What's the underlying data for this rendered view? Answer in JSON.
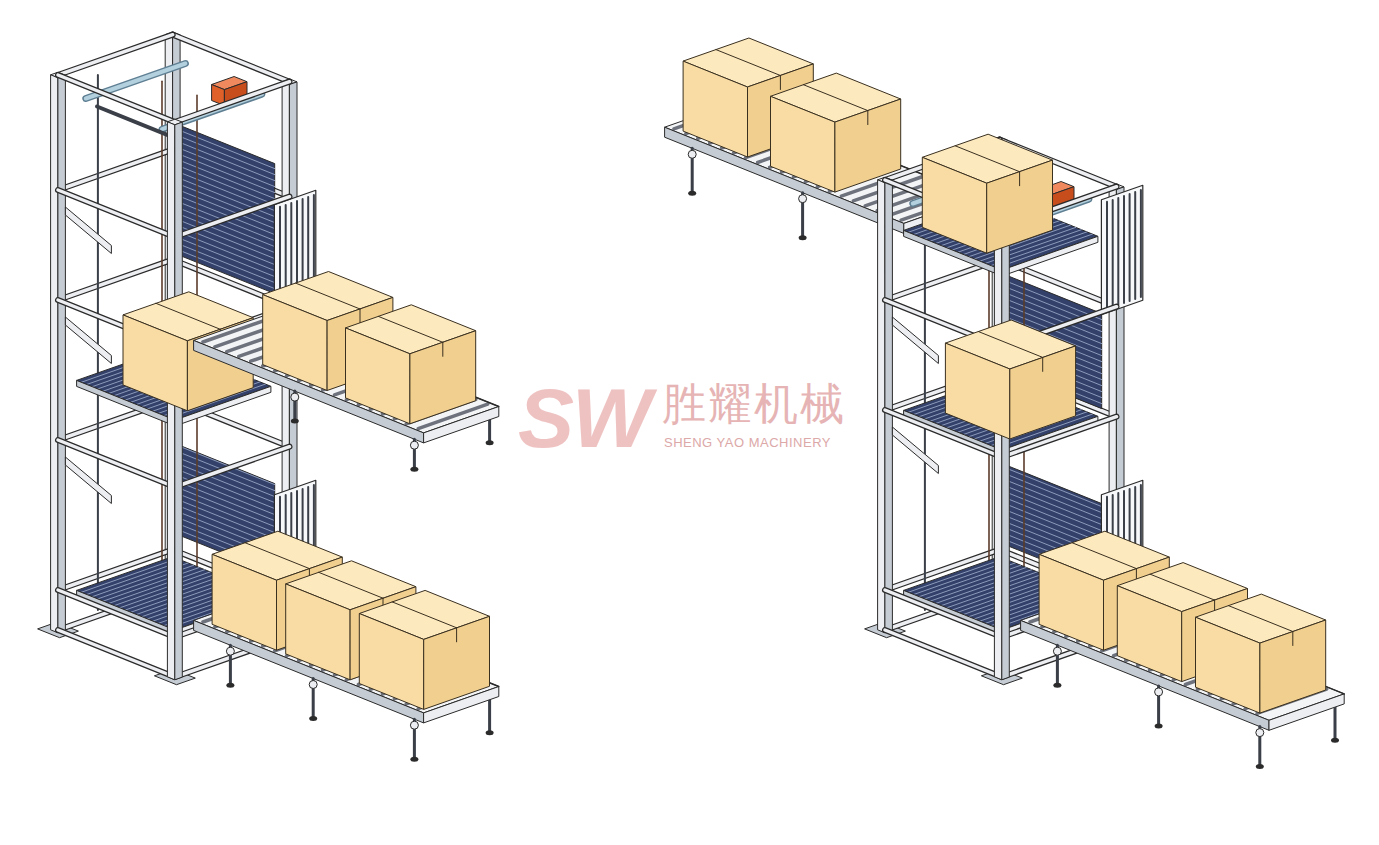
{
  "diagram": {
    "labels": [
      "SW",
      "胜耀机械",
      "SHENG YAO MACHINERY"
    ]
  }
}
